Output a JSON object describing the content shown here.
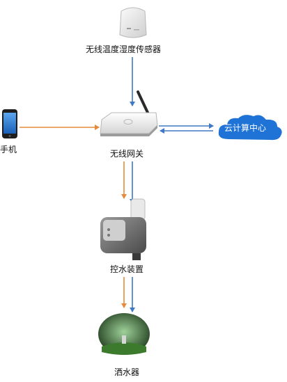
{
  "nodes": {
    "sensor": {
      "label": "无线温度湿度传感器"
    },
    "phone": {
      "label": "手机"
    },
    "gateway": {
      "label": "无线网关"
    },
    "cloud": {
      "label": "云计算中心"
    },
    "controller": {
      "label": "控水装置"
    },
    "sprinkler": {
      "label": "洒水器"
    }
  },
  "colors": {
    "blue_arrow": "#3f78c4",
    "orange_arrow": "#e58a3a",
    "cloud_fill": "#1f73d6",
    "cloud_text": "#ffffff"
  }
}
